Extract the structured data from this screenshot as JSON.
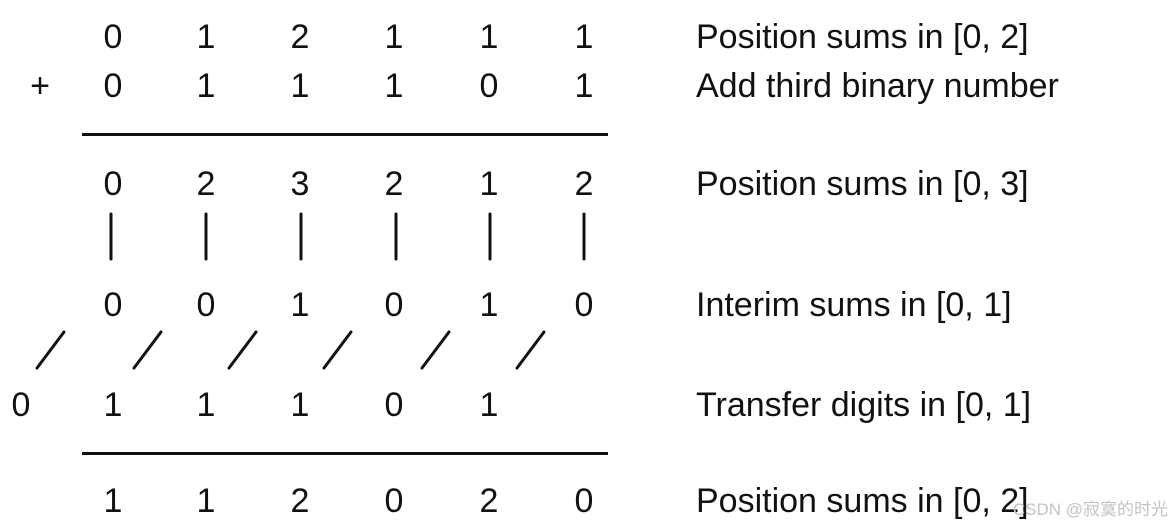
{
  "rows": [
    {
      "name": "sums-0-2",
      "operator": "",
      "digits": [
        "0",
        "1",
        "2",
        "1",
        "1",
        "1"
      ],
      "label": "Position sums in [0, 2]"
    },
    {
      "name": "third-number",
      "operator": "+",
      "digits": [
        "0",
        "1",
        "1",
        "1",
        "0",
        "1"
      ],
      "label": "Add third binary number"
    },
    {
      "name": "sums-0-3",
      "operator": "",
      "digits": [
        "0",
        "2",
        "3",
        "2",
        "1",
        "2"
      ],
      "label": "Position sums in [0, 3]"
    },
    {
      "name": "interim-sums",
      "operator": "",
      "digits": [
        "0",
        "0",
        "1",
        "0",
        "1",
        "0"
      ],
      "label": "Interim sums in [0, 1]"
    },
    {
      "name": "transfer-digits",
      "operator": "",
      "digits": [
        "0",
        "1",
        "1",
        "1",
        "0",
        "1"
      ],
      "label": "Transfer digits in [0, 1]"
    },
    {
      "name": "result-sums",
      "operator": "",
      "digits": [
        "1",
        "1",
        "2",
        "0",
        "2",
        "0"
      ],
      "label": "Position sums in [0, 2]"
    }
  ],
  "watermark": "CSDN @寂寞的时光"
}
